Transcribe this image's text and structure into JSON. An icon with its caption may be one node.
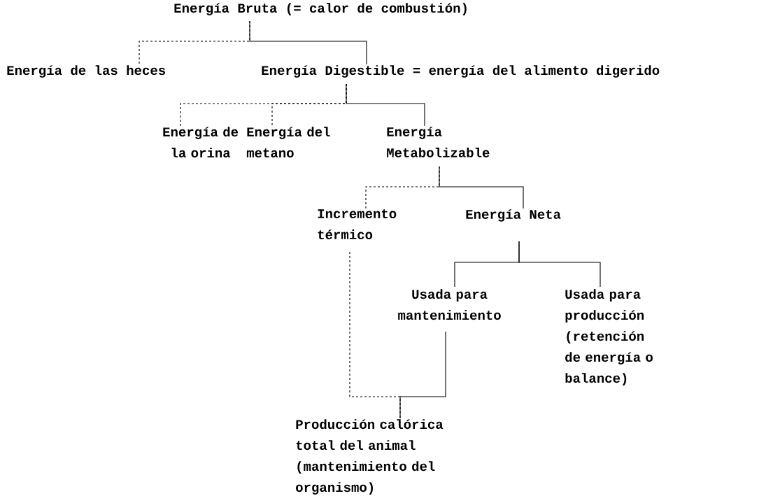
{
  "diagram": {
    "nodes": [
      {
        "text": [
          "Energía Bruta (= calor de combustión)"
        ]
      },
      {
        "text": [
          "Energía de las heces"
        ]
      },
      {
        "text": [
          "Energía Digestible = energía del alimento digerido"
        ]
      },
      {
        "text": [
          "Energía de la orina"
        ]
      },
      {
        "text": [
          "Energía del metano"
        ]
      },
      {
        "text": [
          "Energía Metabolizable"
        ]
      },
      {
        "text": [
          "Incremento térmico"
        ]
      },
      {
        "text": [
          "Energía Neta"
        ]
      },
      {
        "text": [
          "Usada para mantenimiento"
        ]
      },
      {
        "text": [
          "Usada para producción (retención de energía o balance)"
        ]
      },
      {
        "text": [
          "Producción calórica total del animal (mantenimiento del organismo)"
        ]
      }
    ],
    "edges": [
      {
        "from": 0,
        "to": 1,
        "arrow": "none",
        "style": "dashed"
      },
      {
        "from": 0,
        "to": 2,
        "arrow": "none"
      },
      {
        "from": 2,
        "to": 3,
        "arrow": "none",
        "style": "dashed"
      },
      {
        "from": 2,
        "to": 4,
        "arrow": "none",
        "style": "dashed"
      },
      {
        "from": 2,
        "to": 5,
        "arrow": "none"
      },
      {
        "from": 5,
        "to": 6,
        "arrow": "none",
        "style": "dashed"
      },
      {
        "from": 5,
        "to": 7,
        "arrow": "none"
      },
      {
        "from": 7,
        "to": 8,
        "arrow": "none"
      },
      {
        "from": 7,
        "to": 9,
        "arrow": "none"
      },
      {
        "from": 6,
        "to": 10,
        "arrow": "none",
        "style": "dashed"
      },
      {
        "from": 8,
        "to": 10,
        "arrow": "none"
      }
    ]
  }
}
